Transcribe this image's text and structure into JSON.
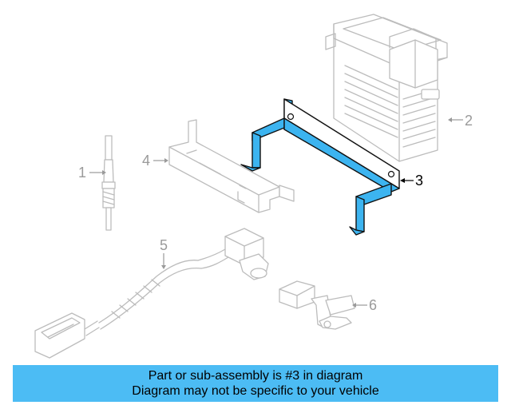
{
  "callouts": {
    "c1": "1",
    "c2": "2",
    "c3": "3",
    "c4": "4",
    "c5": "5",
    "c6": "6"
  },
  "banner": {
    "line1": "Part or sub-assembly is #3 in diagram",
    "line2": "Diagram may not be specific to your vehicle",
    "color": "#4cbcf4"
  },
  "highlight_color": "#3cb4f0"
}
